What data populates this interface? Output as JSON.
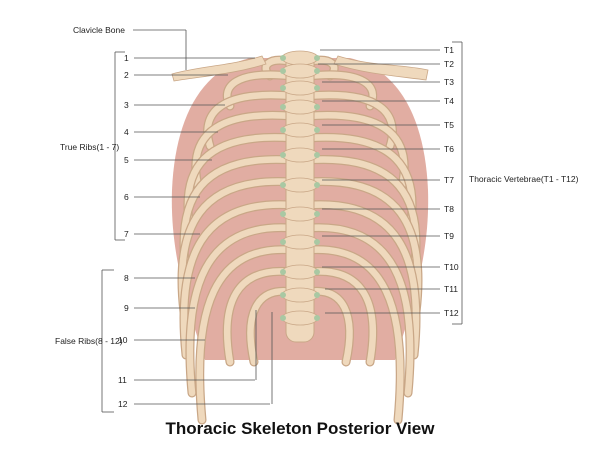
{
  "title": "Thoracic Skeleton Posterior View",
  "labels": {
    "clavicle": "Clavicle Bone",
    "true_ribs": "True Ribs(1 - 7)",
    "false_ribs": "False Ribs(8 - 12)",
    "thoracic_vertebrae": "Thoracic Vertebrae(T1 - T12)"
  },
  "rib_numbers": [
    "1",
    "2",
    "3",
    "4",
    "5",
    "6",
    "7",
    "8",
    "9",
    "10",
    "11",
    "12"
  ],
  "vertebra_numbers": [
    "T1",
    "T2",
    "T3",
    "T4",
    "T5",
    "T6",
    "T7",
    "T8",
    "T9",
    "T10",
    "T11",
    "T12"
  ],
  "colors": {
    "bone": "#efd9bd",
    "bone_shadow": "#c9a787",
    "muscle": "#c86a55",
    "cartilage": "#a9c8a3",
    "leader_line": "#555555"
  }
}
